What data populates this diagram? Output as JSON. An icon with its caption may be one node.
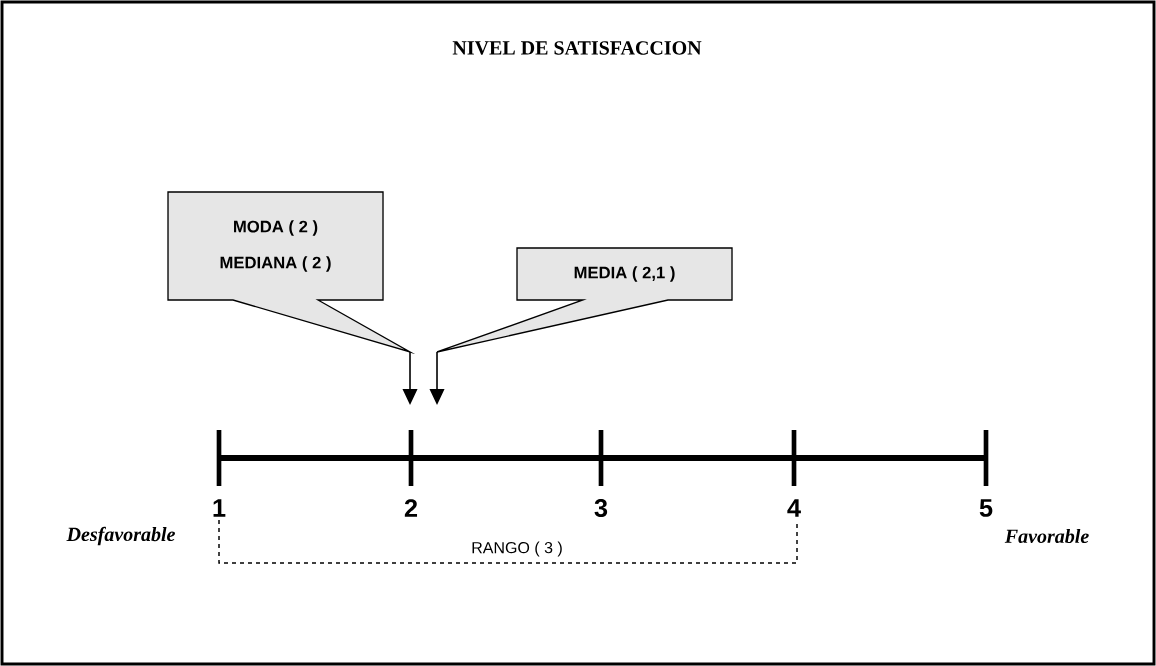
{
  "diagram": {
    "title": "NIVEL DE SATISFACCION",
    "nodes": [
      {
        "text": [
          "MODA ( 2 )",
          "MEDIANA ( 2 )"
        ]
      },
      {
        "text": [
          "MEDIA ( 2,1 )"
        ]
      }
    ],
    "edges": [
      {
        "from": 0,
        "to": null,
        "arrow": "to"
      },
      {
        "from": 1,
        "to": null,
        "arrow": "to"
      }
    ],
    "labels": [
      "1",
      "2",
      "3",
      "4",
      "5",
      "Desfavorable",
      "RANGO ( 3 )",
      "Favorable"
    ]
  }
}
